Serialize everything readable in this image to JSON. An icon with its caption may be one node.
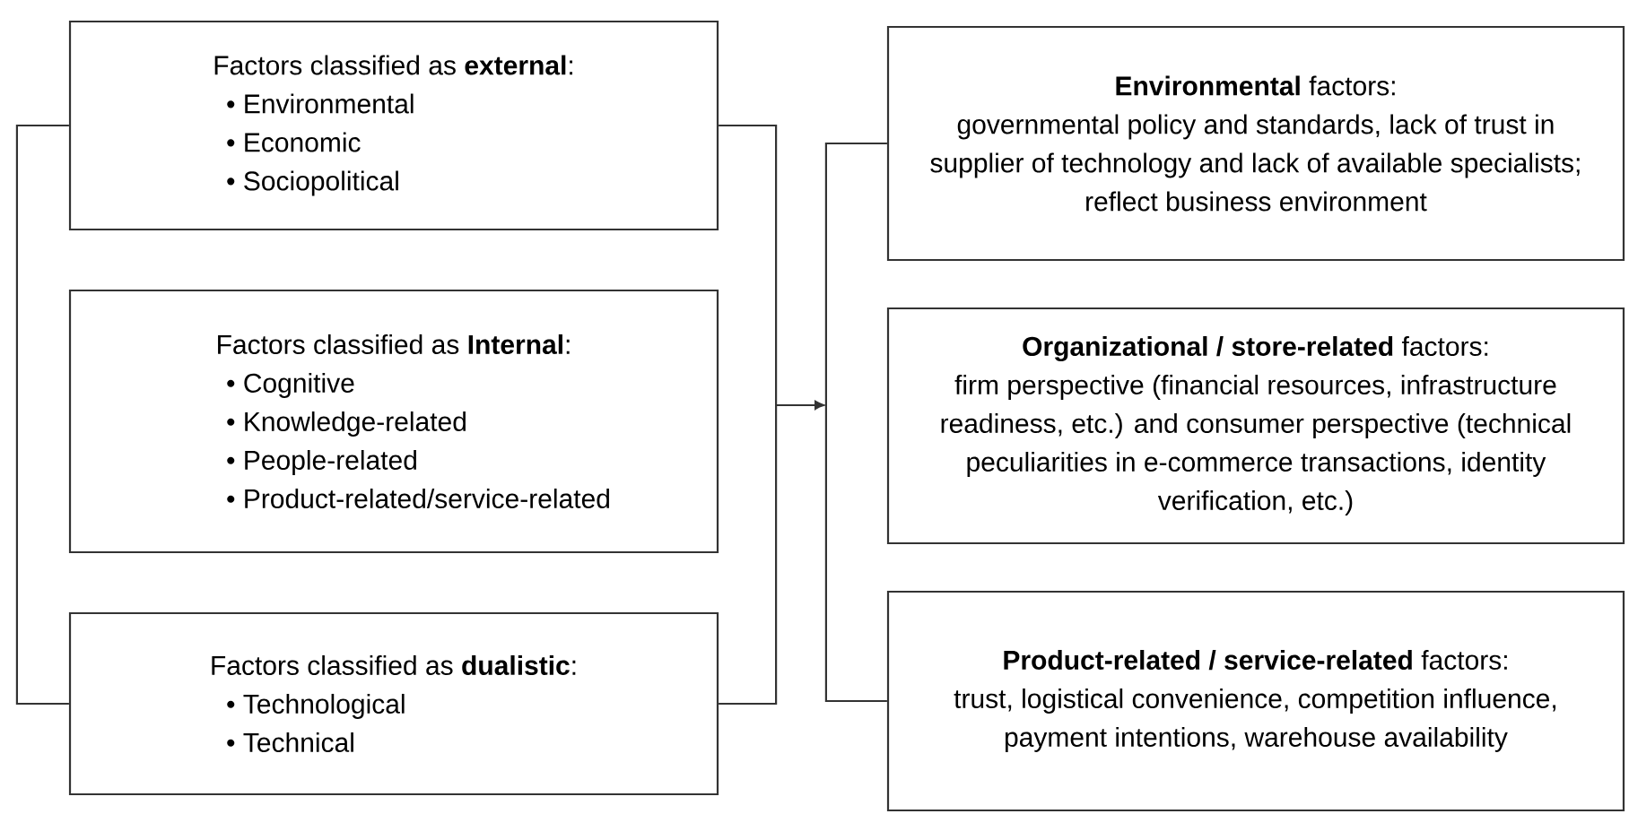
{
  "diagram": {
    "nodes": [
      {
        "text": [
          "Factors classified as **external**:",
          "• Environmental",
          "• Economic",
          "• Sociopolitical"
        ]
      },
      {
        "text": [
          "Factors classified as **Internal**:",
          "• Cognitive",
          "• Knowledge-related",
          "• People-related",
          "• Product-related/service-related"
        ]
      },
      {
        "text": [
          "Factors classified as **dualistic**:",
          "• Technological",
          "• Technical"
        ]
      },
      {
        "text": [
          "**Environmental** factors:",
          "governmental policy and standards, lack of trust in supplier of technology and lack of available specialists; reflect business environment"
        ]
      },
      {
        "text": [
          "**Organizational / store-related** factors:",
          "firm perspective (financial resources, infrastructure readiness, etc.) and consumer perspective (technical peculiarities in e-commerce transactions, identity verification, etc.)"
        ]
      },
      {
        "text": [
          "**Product-related / service-related** factors:",
          "trust, logistical convenience, competition influence, payment intentions, warehouse availability"
        ]
      }
    ],
    "edges": [
      {
        "from": 0,
        "to": 2,
        "arrow": "none"
      },
      {
        "from": 0,
        "to": 2,
        "arrow": "none"
      },
      {
        "from": 3,
        "to": 5,
        "arrow": "none"
      }
    ]
  }
}
